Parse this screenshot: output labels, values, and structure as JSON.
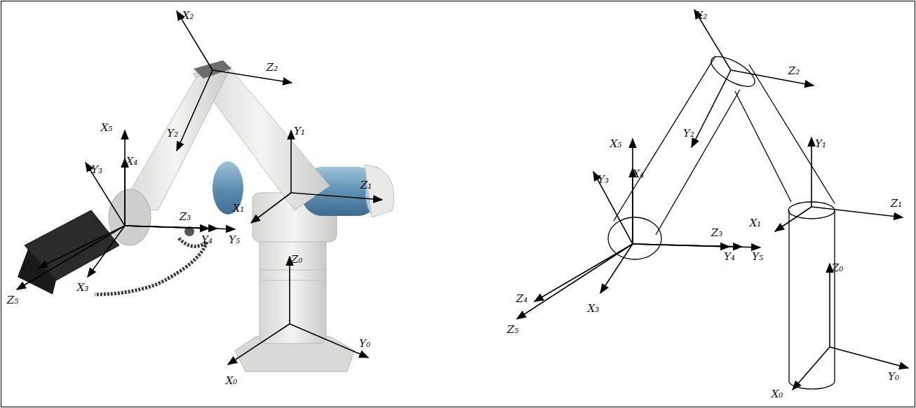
{
  "diagram": {
    "labels": [
      "X₂",
      "Z₂",
      "Y₂",
      "X₅",
      "Y₃",
      "X₄",
      "Y₁",
      "Z₁",
      "X₁",
      "Z₃",
      "Y₄",
      "Y₅",
      "Z₄",
      "Z₅",
      "X₃",
      "Z₀",
      "Y₀",
      "X₀",
      "X₂",
      "Z₂",
      "Y₂",
      "X₅",
      "Y₃",
      "X₄",
      "Y₁",
      "Z₁",
      "X₁",
      "Z₃",
      "Y₄",
      "Y₅",
      "Z₄",
      "Z₅",
      "X₃",
      "Z₀",
      "Y₀",
      "X₀"
    ]
  }
}
